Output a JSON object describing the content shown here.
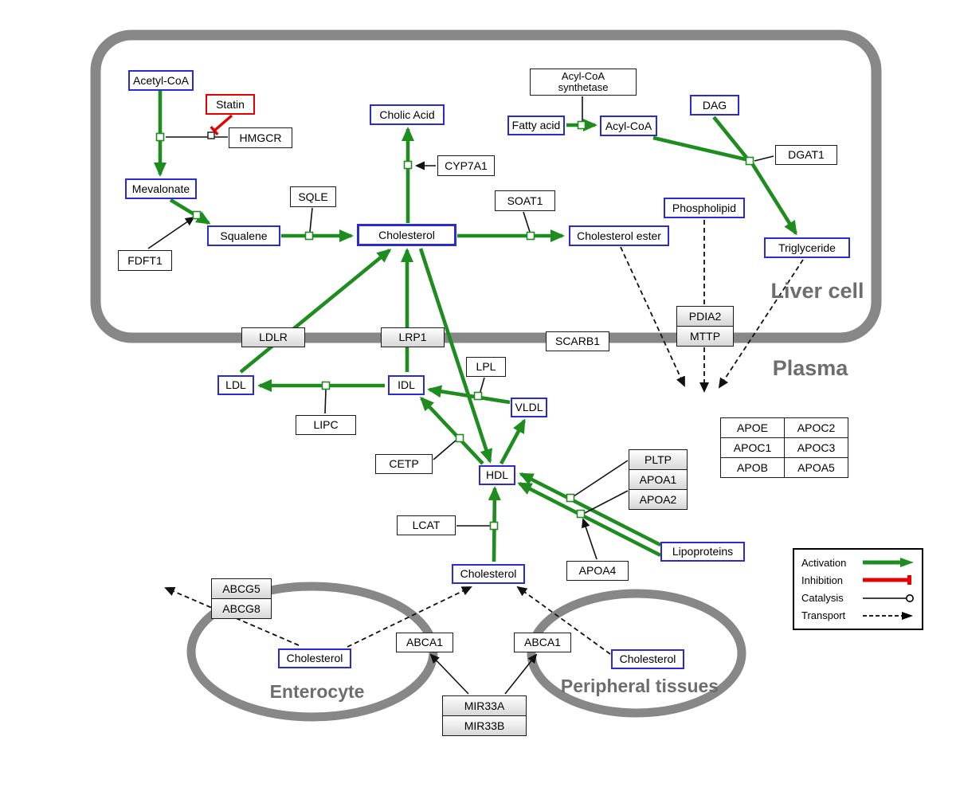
{
  "regions": {
    "liver": "Liver cell",
    "plasma": "Plasma",
    "enterocyte": "Enterocyte",
    "peripheral": "Peripheral tissues"
  },
  "nodes": {
    "acetyl_coa": "Acetyl-CoA",
    "statin": "Statin",
    "hmgcr": "HMGCR",
    "mevalonate": "Mevalonate",
    "fdft1": "FDFT1",
    "squalene": "Squalene",
    "sqle": "SQLE",
    "cholesterol_liver": "Cholesterol",
    "cholic_acid": "Cholic Acid",
    "cyp7a1": "CYP7A1",
    "soat1": "SOAT1",
    "cholesterol_ester": "Cholesterol ester",
    "acyl_coa_synthetase_1": "Acyl-CoA",
    "acyl_coa_synthetase_2": "synthetase",
    "fatty_acid": "Fatty acid",
    "acyl_coa": "Acyl-CoA",
    "dag": "DAG",
    "dgat1": "DGAT1",
    "phospholipid": "Phospholipid",
    "triglyceride": "Triglyceride",
    "ldlr": "LDLR",
    "lrp1": "LRP1",
    "scarb1": "SCARB1",
    "pdia2": "PDIA2",
    "mttp": "MTTP",
    "ldl": "LDL",
    "idl": "IDL",
    "lipc": "LIPC",
    "lpl": "LPL",
    "vldl": "VLDL",
    "cetp": "CETP",
    "hdl": "HDL",
    "pltp": "PLTP",
    "apoa1": "APOA1",
    "apoa2": "APOA2",
    "apoe": "APOE",
    "apoc2": "APOC2",
    "apoc1": "APOC1",
    "apoc3": "APOC3",
    "apob": "APOB",
    "apoa5": "APOA5",
    "lcat": "LCAT",
    "apoa4": "APOA4",
    "lipoproteins": "Lipoproteins",
    "cholesterol_plasma": "Cholesterol",
    "abcg5": "ABCG5",
    "abcg8": "ABCG8",
    "cholesterol_enterocyte": "Cholesterol",
    "abca1_enterocyte": "ABCA1",
    "abca1_peripheral": "ABCA1",
    "cholesterol_peripheral": "Cholesterol",
    "mir33a": "MIR33A",
    "mir33b": "MIR33B"
  },
  "legend": {
    "activation": "Activation",
    "inhibition": "Inhibition",
    "catalysis": "Catalysis",
    "transport": "Transport"
  },
  "colors": {
    "activation_green": "#1f8c1f",
    "inhibition_red": "#e60000",
    "metabolite_blue": "#2b2bd5",
    "membrane_gray": "#878787"
  }
}
